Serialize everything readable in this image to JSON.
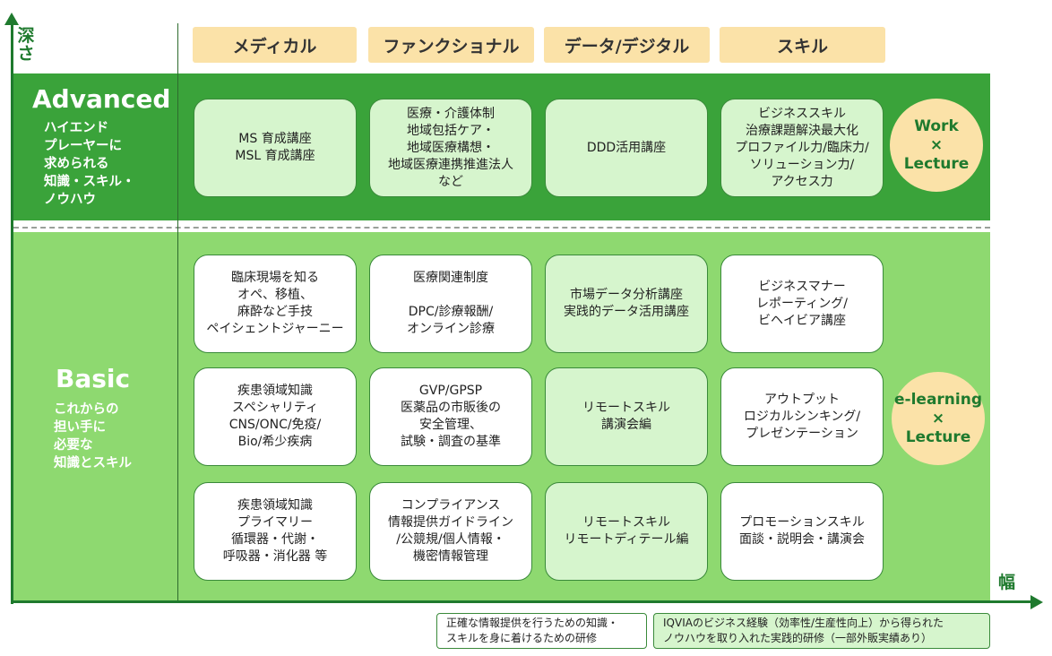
{
  "axes": {
    "depth": "深\nさ",
    "width": "幅"
  },
  "columns": [
    "メディカル",
    "ファンクショナル",
    "データ/デジタル",
    "スキル"
  ],
  "advanced": {
    "title": "Advanced",
    "desc": "ハイエンド\nプレーヤーに\n求められる\n知識・スキル・\nノウハウ",
    "cells": [
      "MS 育成講座\nMSL 育成講座",
      "医療・介護体制\n地域包括ケア・\n地域医療構想・\n地域医療連携推進法人\nなど",
      "DDD活用講座",
      "ビジネススキル\n治療課題解決最大化\nプロファイル力/臨床力/\nソリューション力/\nアクセス力"
    ],
    "circle": "Work\n×\nLecture"
  },
  "basic": {
    "title": "Basic",
    "desc": "これからの\n担い手に\n必要な\n知識とスキル",
    "rows": [
      [
        "臨床現場を知る\nオペ、移植、\n麻酔など手技\nペイシェントジャーニー",
        "医療関連制度\n\nDPC/診療報酬/\nオンライン診療",
        "市場データ分析講座\n実践的データ活用講座",
        "ビジネスマナー\nレポーティング/\nビヘイビア講座"
      ],
      [
        "疾患領域知識\nスペシャリティ\nCNS/ONC/免疫/\nBio/希少疾病",
        "GVP/GPSP\n医薬品の市販後の\n安全管理、\n試験・調査の基準",
        "リモートスキル\n講演会編",
        "アウトプット\nロジカルシンキング/\nプレゼンテーション"
      ],
      [
        "疾患領域知識\nプライマリー\n循環器・代謝・\n呼吸器・消化器 等",
        "コンプライアンス\n情報提供ガイドライン\n/公競規/個人情報・\n機密情報管理",
        "リモートスキル\nリモートディテール編",
        "プロモーションスキル\n面談・説明会・講演会"
      ]
    ],
    "circle": "e-learning\n×\nLecture"
  },
  "legend": {
    "white": "正確な情報提供を行うための知識・\nスキルを身に着けるための研修",
    "light": "IQVIAのビジネス経験（効率性/生産性向上）から得られた\nノウハウを取り入れた実践的研修（一部外販実績あり）"
  },
  "colors": {
    "axis": "#1f7a2e",
    "advanced_band": "#3aa33a",
    "basic_band": "#8ed970",
    "header": "#fbe2a8",
    "light_cell": "#d6f5cd"
  }
}
